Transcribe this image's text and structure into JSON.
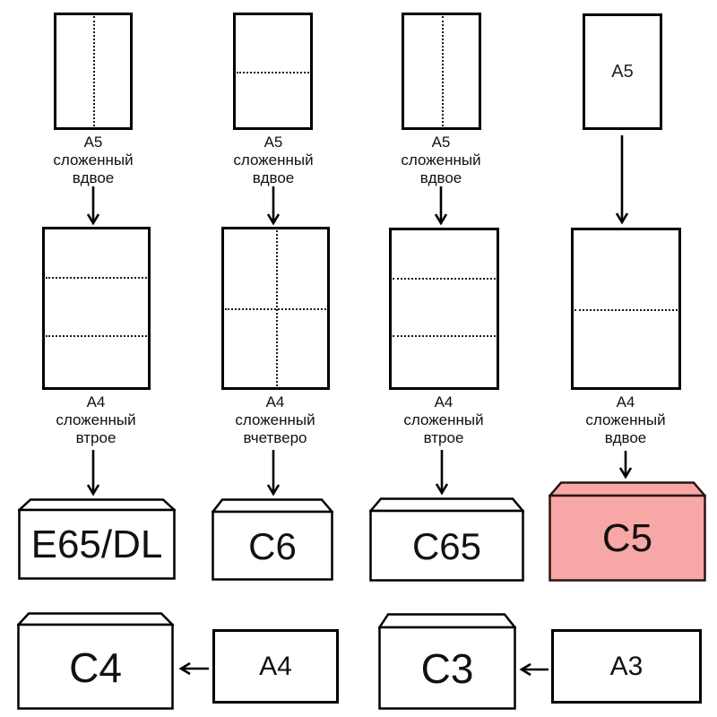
{
  "colors": {
    "line": "#000000",
    "fold_dots": "#1a1a1a",
    "highlight_fill": "#f8a7a7",
    "highlight_stroke": "#2b1414",
    "text": "#111111"
  },
  "columns": {
    "c1": {
      "a5_label": [
        "A5",
        "сложенный",
        "вдвое"
      ],
      "a4_label": [
        "A4",
        "сложенный",
        "втрое"
      ],
      "envelope": "E65/DL"
    },
    "c2": {
      "a5_label": [
        "A5",
        "сложенный",
        "вдвое"
      ],
      "a4_label": [
        "A4",
        "сложенный",
        "вчетверо"
      ],
      "envelope": "C6"
    },
    "c3": {
      "a5_label": [
        "A5",
        "сложенный",
        "вдвое"
      ],
      "a4_label": [
        "A4",
        "сложенный",
        "втрое"
      ],
      "envelope": "C65"
    },
    "c4": {
      "a5_sheet_text": "A5",
      "a4_label": [
        "A4",
        "сложенный",
        "вдвое"
      ],
      "envelope": "C5",
      "highlighted": true
    }
  },
  "bottom_row": {
    "pair1": {
      "envelope": "C4",
      "source": "A4"
    },
    "pair2": {
      "envelope": "C3",
      "source": "A3"
    }
  }
}
